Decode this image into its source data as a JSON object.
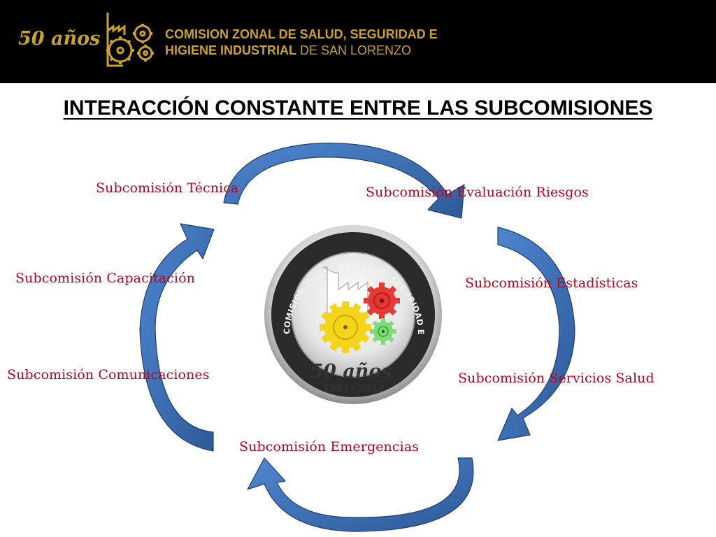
{
  "header": {
    "anniversary_label": "50 años",
    "org_name_line1": "COMISION ZONAL DE SALUD, SEGURIDAD E",
    "org_name_line2_bold": "HIGIENE INDUSTRIAL",
    "org_name_line2_rest": " DE SAN LORENZO",
    "logo_icon": "factory-gears-icon",
    "background": "#000000",
    "accent": "#c9a227"
  },
  "title": "INTERACCIÓN CONSTANTE ENTRE LAS SUBCOMISIONES",
  "subcommissions": [
    "Subcomisión Técnica",
    "Subcomisión Evaluación Riesgos",
    "Subcomisión Estadísticas",
    "Subcomisión Servicios Salud",
    "Subcomisión Emergencias",
    "Subcomisión Comunicaciones",
    "Subcomisión Capacitación"
  ],
  "label_color": "#c0001a",
  "arrow_color": "#3d6fb5",
  "emblem": {
    "ring_text": "COMISIÓN ZONAL DE SALUD, SEGURIDAD E HIGIENE INDUSTRIAL DE SAN LORENZO",
    "anniversary": "50 años",
    "years": "1963 - 2013",
    "icon": "factory-gears-emblem-icon"
  }
}
